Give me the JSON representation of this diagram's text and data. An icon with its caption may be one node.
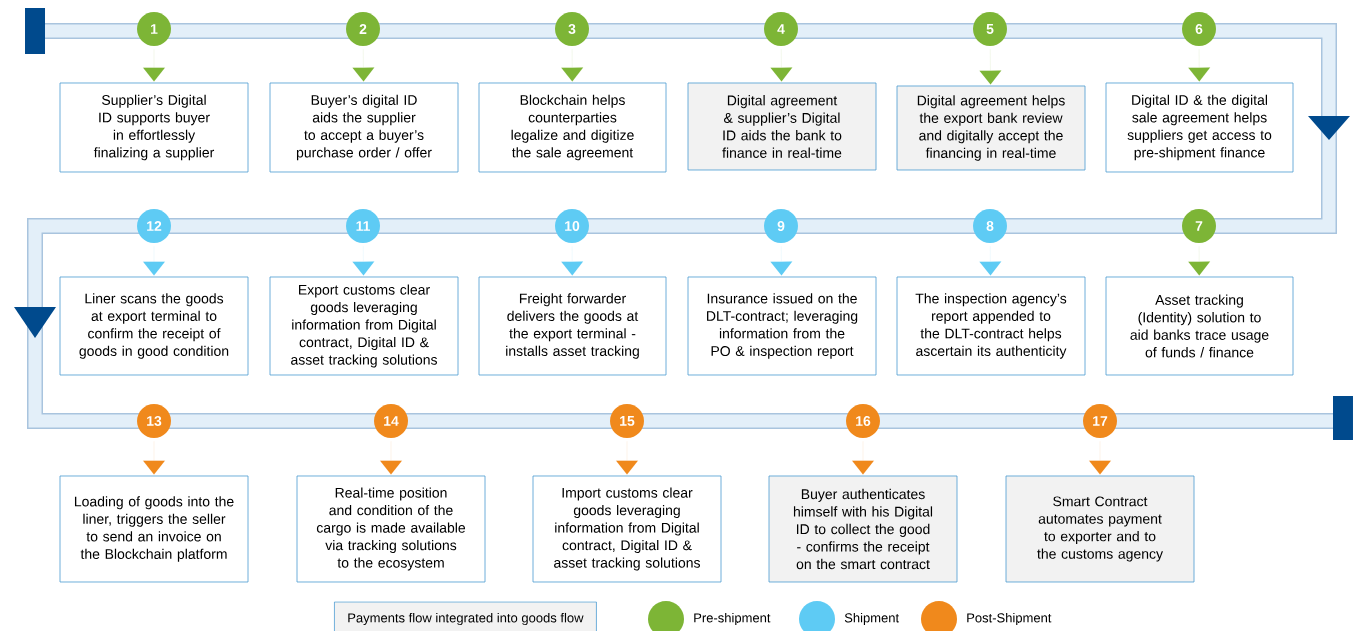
{
  "diagram": {
    "nodes": [
      {
        "text": [
          "1"
        ]
      },
      {
        "text": [
          "Supplier’s Digital ID supports buyer in effortlessly finalizing a supplier"
        ]
      },
      {
        "text": [
          "2"
        ]
      },
      {
        "text": [
          "Buyer’s digital ID aids the supplier to accept a buyer’s purchase order / offer"
        ]
      },
      {
        "text": [
          "3"
        ]
      },
      {
        "text": [
          "Blockchain helps counterparties legalize and digitize the sale agreement"
        ]
      },
      {
        "text": [
          "4"
        ]
      },
      {
        "text": [
          "Digital agreement & supplier’s Digital ID aids the bank to finance in real-time"
        ]
      },
      {
        "text": [
          "5"
        ]
      },
      {
        "text": [
          "Digital agreement helps the export bank review and digitally accept the financing in real-time"
        ]
      },
      {
        "text": [
          "6"
        ]
      },
      {
        "text": [
          "Digital ID & the digital sale agreement helps suppliers get access to pre-shipment finance"
        ]
      },
      {
        "text": [
          "7"
        ]
      },
      {
        "text": [
          "Asset tracking (Identity) solution to aid banks trace usage of funds / finance"
        ]
      },
      {
        "text": [
          "8"
        ]
      },
      {
        "text": [
          "The inspection agency’s report appended to the DLT-contract helps ascertain its authenticity"
        ]
      },
      {
        "text": [
          "9"
        ]
      },
      {
        "text": [
          "Insurance issued on the DLT-contract; leveraging information from the PO & inspection report"
        ]
      },
      {
        "text": [
          "10"
        ]
      },
      {
        "text": [
          "Freight forwarder delivers the goods at the export terminal - installs asset tracking"
        ]
      },
      {
        "text": [
          "11"
        ]
      },
      {
        "text": [
          "Export customs clear goods leveraging information from Digital contract,  Digital ID & asset tracking solutions"
        ]
      },
      {
        "text": [
          "12"
        ]
      },
      {
        "text": [
          "Liner scans the goods at export terminal to confirm the receipt of goods in good condition"
        ]
      },
      {
        "text": [
          "13"
        ]
      },
      {
        "text": [
          "Loading of goods into the liner, triggers the seller to send an invoice on the Blockchain platform"
        ]
      },
      {
        "text": [
          "14"
        ]
      },
      {
        "text": [
          "Real-time position and condition of the cargo is made available via tracking solutions to the ecosystem"
        ]
      },
      {
        "text": [
          "15"
        ]
      },
      {
        "text": [
          "Import customs clear goods leveraging information from Digital contract,  Digital ID & asset tracking solutions"
        ]
      },
      {
        "text": [
          "16"
        ]
      },
      {
        "text": [
          "Buyer authenticates himself with his Digital ID to collect the good - confirms the receipt on the smart contract"
        ]
      },
      {
        "text": [
          "17"
        ]
      },
      {
        "text": [
          "Smart Contract automates payment to exporter and to the customs agency"
        ]
      }
    ],
    "edges": [
      {
        "from": 0,
        "to": 1,
        "arrow": "to",
        "color": "#7db536"
      },
      {
        "from": 2,
        "to": 3,
        "arrow": "to",
        "color": "#7db536"
      },
      {
        "from": 4,
        "to": 5,
        "arrow": "to",
        "color": "#7db536"
      },
      {
        "from": 6,
        "to": 7,
        "arrow": "to",
        "color": "#7db536"
      },
      {
        "from": 8,
        "to": 9,
        "arrow": "to",
        "color": "#7db536"
      },
      {
        "from": 10,
        "to": 11,
        "arrow": "to",
        "color": "#7db536"
      },
      {
        "from": 12,
        "to": 13,
        "arrow": "to",
        "color": "#7db536"
      },
      {
        "from": 14,
        "to": 15,
        "arrow": "to",
        "color": "#5ecbf4"
      },
      {
        "from": 16,
        "to": 17,
        "arrow": "to",
        "color": "#5ecbf4"
      },
      {
        "from": 18,
        "to": 19,
        "arrow": "to",
        "color": "#5ecbf4"
      },
      {
        "from": 20,
        "to": 21,
        "arrow": "to",
        "color": "#5ecbf4"
      },
      {
        "from": 22,
        "to": 23,
        "arrow": "to",
        "color": "#5ecbf4"
      },
      {
        "from": 24,
        "to": 25,
        "arrow": "to",
        "color": "#f0891c"
      },
      {
        "from": 26,
        "to": 27,
        "arrow": "to",
        "color": "#f0891c"
      },
      {
        "from": 28,
        "to": 29,
        "arrow": "to",
        "color": "#f0891c"
      },
      {
        "from": 30,
        "to": 31,
        "arrow": "to",
        "color": "#f0891c"
      },
      {
        "from": 32,
        "to": 33,
        "arrow": "to",
        "color": "#f0891c"
      }
    ],
    "legend": [
      {
        "text": "Payments flow integrated into goods flow",
        "color": "#f2f2f2"
      },
      {
        "text": "Pre-shipment",
        "color": "#7db536"
      },
      {
        "text": "Shipment",
        "color": "#5ecbf4"
      },
      {
        "text": "Post-Shipment",
        "color": "#f0891c"
      }
    ]
  }
}
